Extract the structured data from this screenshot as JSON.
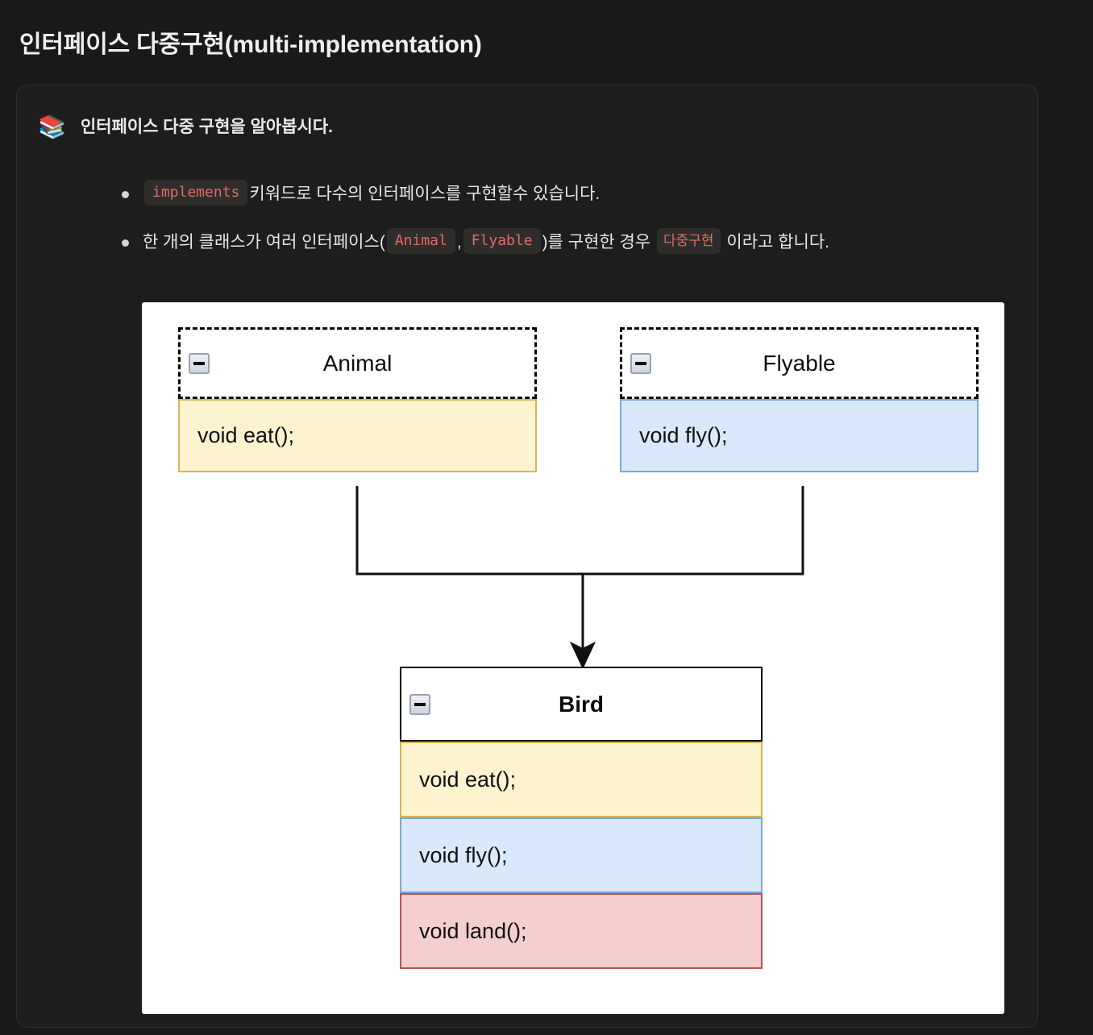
{
  "page": {
    "title": "인터페이스 다중구현(multi-implementation)",
    "background_color": "#191919",
    "text_color": "#efefef"
  },
  "callout": {
    "emoji": "📚",
    "emoji_name": "books-emoji",
    "heading": "인터페이스 다중 구현을 알아봅시다.",
    "background_color": "#1d1d1d",
    "border_color": "#2e2e2e",
    "bullets": [
      {
        "parts": [
          {
            "type": "code",
            "text": "implements"
          },
          {
            "type": "text",
            "text": "키워드로 다수의 인터페이스를 구현할수 있습니다."
          }
        ]
      },
      {
        "parts": [
          {
            "type": "text",
            "text": "한 개의 클래스가 여러 인터페이스("
          },
          {
            "type": "code",
            "text": "Animal"
          },
          {
            "type": "text",
            "text": ","
          },
          {
            "type": "code",
            "text": "Flyable"
          },
          {
            "type": "text",
            "text": ")를 구현한 경우"
          },
          {
            "type": "code_ko",
            "text": "다중구현"
          },
          {
            "type": "text",
            "text": "이라고 합니다."
          }
        ]
      }
    ],
    "code_chip_color": "#e06c63",
    "code_chip_background": "#2f2c2c"
  },
  "diagram": {
    "type": "uml-class-diagram",
    "panel_background": "#ffffff",
    "classes": [
      {
        "id": "animal",
        "name": "Animal",
        "kind": "interface",
        "header_style": "dashed",
        "title_bold": false,
        "collapse_icon": "minus-icon",
        "members": [
          {
            "text": "void eat();",
            "fill": "#fdf3cf",
            "stroke": "#d6b656"
          }
        ]
      },
      {
        "id": "flyable",
        "name": "Flyable",
        "kind": "interface",
        "header_style": "dashed",
        "title_bold": false,
        "collapse_icon": "minus-icon",
        "members": [
          {
            "text": "void fly();",
            "fill": "#dae8fc",
            "stroke": "#7ea6d9"
          }
        ]
      },
      {
        "id": "bird",
        "name": "Bird",
        "kind": "class",
        "header_style": "solid",
        "title_bold": true,
        "collapse_icon": "minus-icon",
        "members": [
          {
            "text": "void eat();",
            "fill": "#fdf3cf",
            "stroke": "#d6b656"
          },
          {
            "text": "void fly();",
            "fill": "#dae8fc",
            "stroke": "#7ea6d9"
          },
          {
            "text": "void land();",
            "fill": "#f5cfcf",
            "stroke": "#b85450"
          }
        ]
      }
    ],
    "relations": [
      {
        "from": "animal",
        "to": "bird",
        "type": "implements",
        "arrow": "solid-filled"
      },
      {
        "from": "flyable",
        "to": "bird",
        "type": "implements",
        "arrow": "solid-filled"
      }
    ]
  }
}
